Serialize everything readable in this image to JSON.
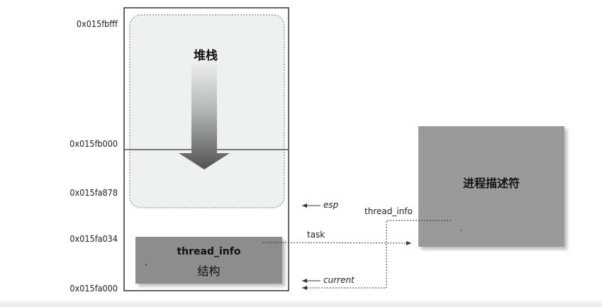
{
  "addresses": {
    "a1": "0x015fbfff",
    "a2": "0x015fb000",
    "a3": "0x015fa878",
    "a4": "0x015fa034",
    "a5": "0x015fa000"
  },
  "stack": {
    "label": "堆栈"
  },
  "thread_info_block": {
    "line1": "thread_info",
    "line2": "结构"
  },
  "descriptor": {
    "label": "进程描述符"
  },
  "pointers": {
    "esp": "esp",
    "current": "current",
    "task": "task",
    "thread_info": "thread_info"
  },
  "colors": {
    "stack_fill": "#eef1f1",
    "stack_border": "#8a8a8a",
    "block_fill": "#8d8d8d",
    "descriptor_fill": "#9a9a9a",
    "arrow_top": "#e8ebeb",
    "arrow_bottom": "#545454",
    "frame_border": "#333333"
  }
}
